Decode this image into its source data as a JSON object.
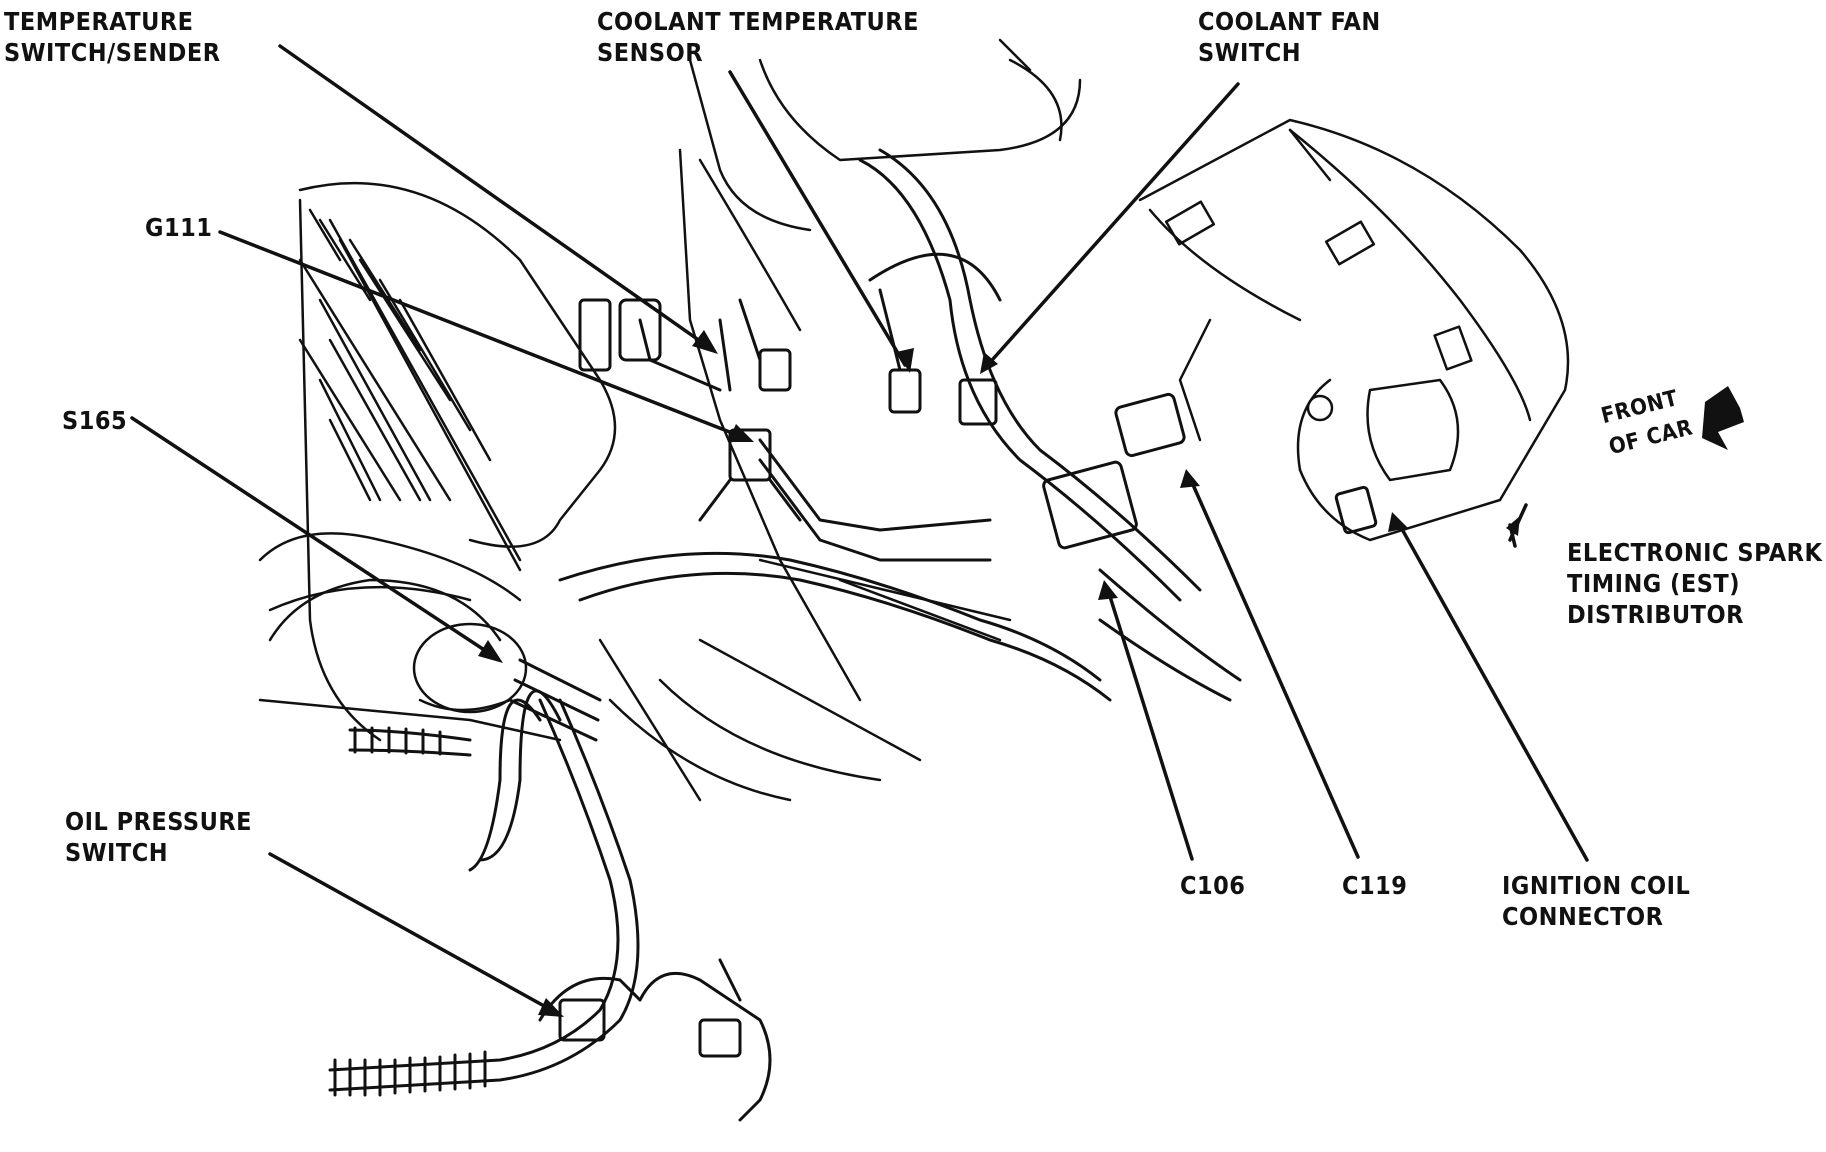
{
  "labels": {
    "temperature_switch": "TEMPERATURE\nSWITCH/SENDER",
    "coolant_temp_sensor": "COOLANT TEMPERATURE\nSENSOR",
    "coolant_fan_switch": "COOLANT FAN\nSWITCH",
    "g111": "G111",
    "s165": "S165",
    "oil_pressure_switch": "OIL PRESSURE\nSWITCH",
    "front_of_car": "FRONT\nOF CAR",
    "est_distributor": "ELECTRONIC SPARK\nTIMING (EST)\nDISTRIBUTOR",
    "c106": "C106",
    "c119": "C119",
    "ignition_coil_connector": "IGNITION COIL\nCONNECTOR"
  }
}
